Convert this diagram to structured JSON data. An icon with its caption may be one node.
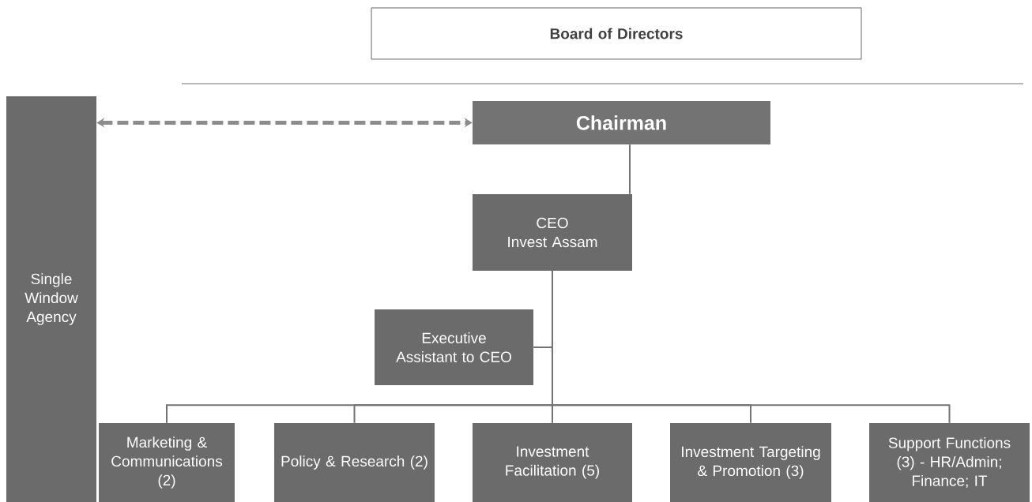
{
  "diagram": {
    "nodes": [
      {
        "text": [
          "Board of Directors"
        ]
      },
      {
        "text": [
          "Single Window Agency"
        ]
      },
      {
        "text": [
          "Chairman"
        ]
      },
      {
        "text": [
          "CEO",
          "Invest Assam"
        ]
      },
      {
        "text": [
          "Executive Assistant to CEO"
        ]
      },
      {
        "text": [
          "Marketing & Communications (2)"
        ]
      },
      {
        "text": [
          "Policy & Research (2)"
        ]
      },
      {
        "text": [
          "Investment Facilitation (5)"
        ]
      },
      {
        "text": [
          "Investment Targeting & Promotion (3)"
        ]
      },
      {
        "text": [
          "Support Functions (3) - HR/Admin; Finance; IT"
        ]
      }
    ],
    "edges": [
      {
        "from": 1,
        "to": 2,
        "arrow": "both",
        "style": "dashed"
      },
      {
        "from": 2,
        "to": 3,
        "arrow": "none"
      },
      {
        "from": 3,
        "to": 4,
        "arrow": "none"
      },
      {
        "from": 3,
        "to": 5,
        "arrow": "none"
      },
      {
        "from": 3,
        "to": 6,
        "arrow": "none"
      },
      {
        "from": 3,
        "to": 7,
        "arrow": "none"
      },
      {
        "from": 3,
        "to": 8,
        "arrow": "none"
      },
      {
        "from": 3,
        "to": 9,
        "arrow": "none"
      }
    ]
  }
}
